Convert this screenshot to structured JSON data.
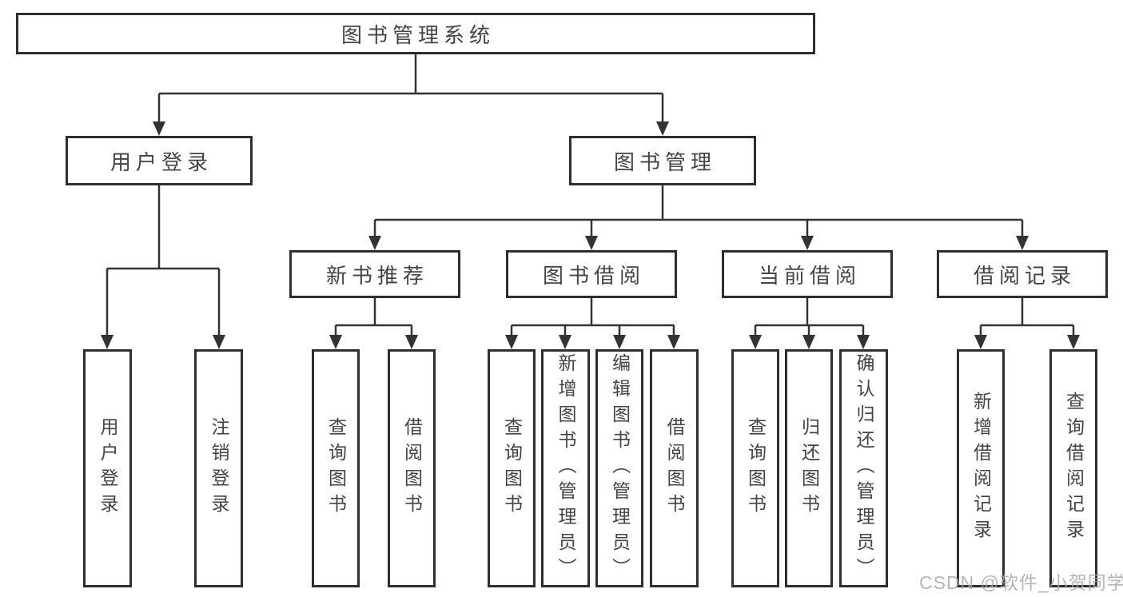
{
  "diagram": {
    "root": "图书管理系统",
    "level2": {
      "user_login": "用户登录",
      "book_management": "图书管理"
    },
    "level3": {
      "new_book_recommend": "新书推荐",
      "book_borrow": "图书借阅",
      "current_borrow": "当前借阅",
      "borrow_records": "借阅记录"
    },
    "leaves": {
      "user_login": [
        "用户登录",
        "注销登录"
      ],
      "new_book_recommend": [
        "查询图书",
        "借阅图书"
      ],
      "book_borrow": [
        "查询图书",
        "新增图书（管理员）",
        "编辑图书（管理员）",
        "借阅图书"
      ],
      "current_borrow": [
        "查询图书",
        "归还图书",
        "确认归还（管理员）"
      ],
      "borrow_records": [
        "新增借阅记录",
        "查询借阅记录"
      ]
    },
    "watermark": "CSDN @软件_小贺同学",
    "colors": {
      "border": "#2e2e2e",
      "line": "#333333",
      "text": "#444444",
      "background": "#ffffff",
      "watermark": "#a8a8a8"
    }
  }
}
